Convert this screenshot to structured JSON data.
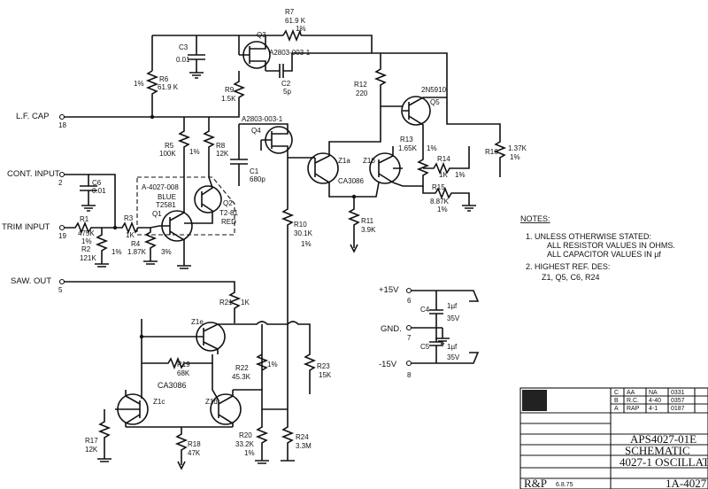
{
  "io_labels": {
    "lf_cap": "L.F. CAP",
    "lf_cap_pin": "18",
    "cont_input": "CONT. INPUT",
    "cont_input_pin": "2",
    "trim_input": "TRIM INPUT",
    "trim_input_pin": "19",
    "saw_out": "SAW. OUT",
    "saw_out_pin": "5",
    "plus15": "+15V",
    "plus15_pin": "6",
    "gnd": "GND.",
    "gnd_pin": "7",
    "minus15": "-15V",
    "minus15_pin": "8"
  },
  "components": {
    "r7": "R7",
    "r7_val": "61.9 K",
    "r7_tol": "1%",
    "r6": "R6",
    "r6_val": "61.9 K",
    "r6_tol": "1%",
    "c3": "C3",
    "c3_val": "0.01",
    "q3": "Q3",
    "q3_part": "A2803-003-1",
    "c2": "C2",
    "c2_val": "5p",
    "r9": "R9",
    "r9_val": "1.5K",
    "r12": "R12",
    "r12_val": "220",
    "q5_part": "2N5910",
    "q5": "Q5",
    "q4_part": "A2803-003-1",
    "q4": "Q4",
    "r5": "R5",
    "r5_val": "100K",
    "r5_tol": "1%",
    "r8": "R8",
    "r8_val": "12K",
    "c1": "C1",
    "c1_val": "680p",
    "z1a": "Z1a",
    "z1b": "Z1b",
    "ca3086_top": "CA3086",
    "r13": "R13",
    "r13_val": "1.65K",
    "r13_tol": "1%",
    "r14": "R14",
    "r14_val": "1K",
    "r14_tol": "1%",
    "r16": "R16",
    "r16_val": "1.37K",
    "r16_tol": "1%",
    "r15": "R15",
    "r15_val": "8.87K",
    "r15_tol": "1%",
    "c6": "C6",
    "c6_val": "0.01",
    "q1q2_part": "A-4027-008",
    "blue": "BLUE",
    "t2581": "T2581",
    "q1": "Q1",
    "q2": "Q2",
    "t281": "T2-81",
    "red": "RED",
    "r1": "R1",
    "r1_val": "475K",
    "r1_tol": "1%",
    "r3": "R3",
    "r3_val": "1K",
    "r4": "R4",
    "r4_val": "1.87K",
    "r4_tol": "3%",
    "r2": "R2",
    "r2_val": "121K",
    "r2_tol": "1%",
    "r10": "R10",
    "r10_val": "30.1K",
    "r10_tol": "1%",
    "r11": "R11",
    "r11_val": "3.9K",
    "r21": "R21",
    "r21_val": "1K",
    "z1e": "Z1e",
    "r19": "R19",
    "r19_val": "68K",
    "ca3086_bot": "CA3086",
    "r22": "R22",
    "r22_val": "45.3K",
    "r22_tol": "1%",
    "r23": "R23",
    "r23_val": "15K",
    "z1c": "Z1c",
    "z1d": "Z1d",
    "r17": "R17",
    "r17_val": "12K",
    "r18": "R18",
    "r18_val": "47K",
    "r20": "R20",
    "r20_val": "33.2K",
    "r20_tol": "1%",
    "r24": "R24",
    "r24_val": "3.3M",
    "c4": "C4",
    "c4_val": "1µf",
    "c4_v": "35V",
    "c5": "C5",
    "c5_val": "1µf",
    "c5_v": "35V"
  },
  "notes": {
    "heading": "NOTES:",
    "n1a": "1. UNLESS OTHERWISE STATED:",
    "n1b": "ALL RESISTOR VALUES IN OHMS.",
    "n1c": "ALL CAPACITOR VALUES IN µf",
    "n2a": "2. HIGHEST REF. DES:",
    "n2b": "Z1, Q5, C6, R24"
  },
  "title_block": {
    "rev_rows": [
      {
        "letter": "C",
        "a": "AA",
        "b": "NA",
        "c": "0331"
      },
      {
        "letter": "B",
        "a": "R.C.",
        "b": "4-40",
        "c": "0357"
      },
      {
        "letter": "A",
        "a": "RAP",
        "b": "4-1",
        "c": "0187"
      }
    ],
    "drawing_no": "APS4027-01E",
    "title1": "SCHEMATIC",
    "title2": "4027-1 OSCILLAT",
    "footer_left": "R&P",
    "footer_date": "6.8.75",
    "footer_sheet": "1A-4027"
  }
}
